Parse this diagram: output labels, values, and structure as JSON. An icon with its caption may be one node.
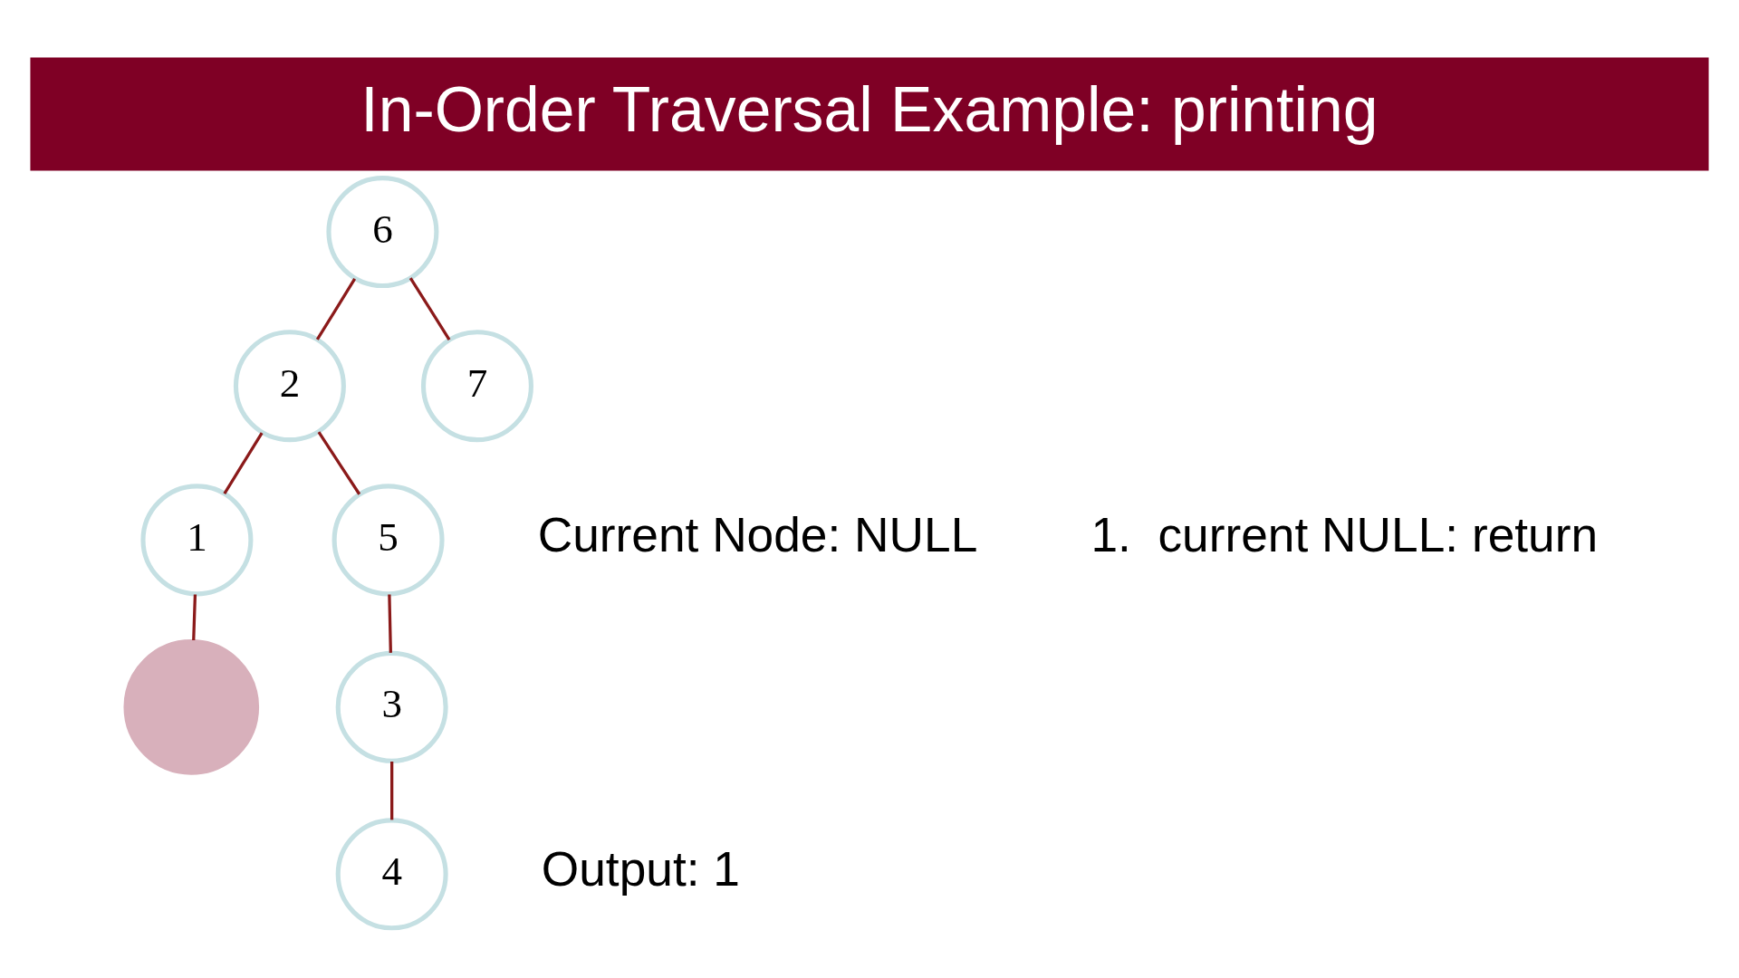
{
  "diagram": {
    "title": "In-Order Traversal Example: printing",
    "nodes": [
      {
        "text": [
          "6"
        ]
      },
      {
        "text": [
          "2"
        ]
      },
      {
        "text": [
          "7"
        ]
      },
      {
        "text": [
          "1"
        ]
      },
      {
        "text": [
          "5"
        ]
      },
      {
        "text": [],
        "shape": "circle"
      },
      {
        "text": [
          "3"
        ]
      },
      {
        "text": [
          "4"
        ]
      }
    ],
    "edges": [
      {
        "from": 0,
        "to": 1,
        "arrow": "none"
      },
      {
        "from": 0,
        "to": 2,
        "arrow": "none"
      },
      {
        "from": 1,
        "to": 3,
        "arrow": "none"
      },
      {
        "from": 1,
        "to": 4,
        "arrow": "none"
      },
      {
        "from": 3,
        "to": 5,
        "arrow": "none"
      },
      {
        "from": 4,
        "to": 6,
        "arrow": "none"
      },
      {
        "from": 6,
        "to": 7,
        "arrow": "none"
      }
    ],
    "labels": [
      "Current Node: NULL",
      "1.  current NULL: return",
      "Output: 1"
    ]
  }
}
